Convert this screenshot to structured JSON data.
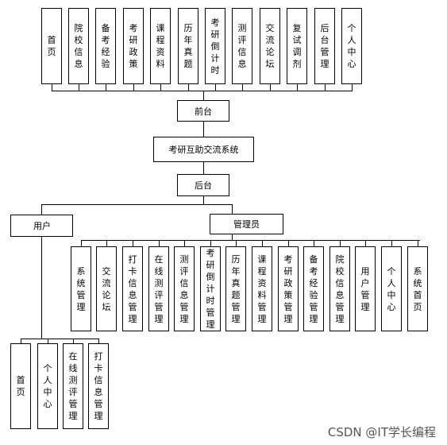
{
  "top_modules": [
    "首页",
    "院校信息",
    "备考经验",
    "考研政策",
    "课程资料",
    "历年真题",
    "考研倒计时",
    "测评信息",
    "交流论坛",
    "复试调剂",
    "后台管理",
    "个人中心"
  ],
  "front_label": "前台",
  "system_label": "考研互助交流系统",
  "back_label": "后台",
  "user_label": "用户",
  "admin_label": "管理员",
  "admin_modules": [
    "系统管理",
    "交流论坛",
    "打卡信息管理",
    "在线测评管理",
    "测评信息管理",
    "考研倒计时管理",
    "历年真题管理",
    "课程资料管理",
    "考研政策管理",
    "备考经验管理",
    "院校信息管理",
    "用户管理",
    "个人中心",
    "系统首页"
  ],
  "user_modules": [
    "首页",
    "个人中心",
    "在线测评管理",
    "打卡信息管理"
  ],
  "watermark": "CSDN @IT学长编程"
}
